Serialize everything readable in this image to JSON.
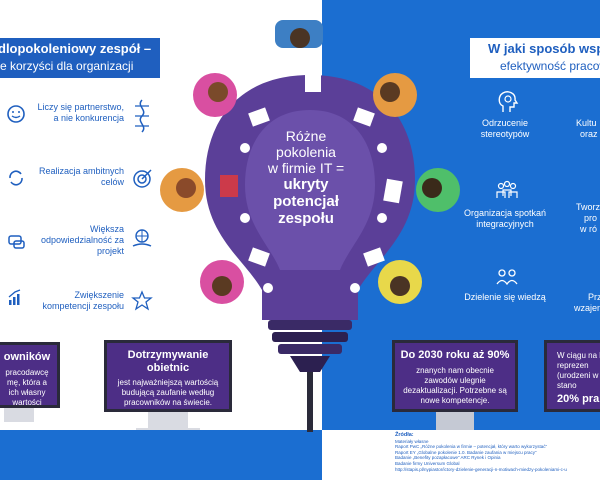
{
  "left_panel": {
    "title": "dlopokoleniowy zespół –",
    "subtitle": "e korzyści dla organizacji",
    "benefits": [
      {
        "label": "Liczy się partnerstwo, a nie konkurencja",
        "icon": "handshake-icon"
      },
      {
        "label": "Realizacja ambitnych celów",
        "icon": "target-icon"
      },
      {
        "label": "Większa odpowiedzialność za projekt",
        "icon": "globe-hand-icon"
      },
      {
        "label": "Zwiększenie kompetencji zespołu",
        "icon": "stars-icon"
      }
    ],
    "monitors": [
      {
        "heading": "owników",
        "body": "pracodawcę mę, która a ich własny wartości"
      },
      {
        "heading": "Dotrzymywanie obietnic",
        "body": "jest najważniejszą wartością budującą zaufanie według pracowników na świecie."
      }
    ]
  },
  "center": {
    "line1": "Różne",
    "line2": "pokolenia",
    "line3": "w firmie IT =",
    "emph1": "ukryty",
    "emph2": "potencjał",
    "emph3": "zespołu"
  },
  "right_panel": {
    "title": "W jaki sposób wsp",
    "subtitle": "efektywność pracown",
    "features": [
      {
        "label": "Odrzucenie stereotypów",
        "icon": "head-gears-icon"
      },
      {
        "label": "Organizacja spotkań integracyjnych",
        "icon": "group-icon"
      },
      {
        "label": "Dzielenie się wiedzą",
        "icon": "sharing-icon"
      }
    ],
    "cut_labels": [
      "Kultu",
      "oraz",
      "Tworz",
      "pro",
      "w ró",
      "Prz",
      "wzajem"
    ],
    "monitors": [
      {
        "heading": "Do 2030 roku aż 90%",
        "body": "znanych nam obecnie zawodów ulegnie dezaktualizacji. Potrzebne są nowe kompetencje."
      },
      {
        "heading": "20% pra",
        "body": "W ciągu na lat reprezen (urodzeni w stano"
      }
    ]
  },
  "sources": {
    "heading": "Źródła:",
    "lines": [
      "Materiały własne",
      "Raport PwC „Różne pokolenia w firmie – potencjał, który warto wykorzystać”",
      "Raport EY „Globalne pokolenie 1.0. Badanie zaufania w miejscu pracy”",
      "Badanie „Benefity pozapłacowe” ARC Rynek i Opinia",
      "Badanie firmy Universum Global",
      "http://stapis.pl/nypiastor/ictory-dzielenie-generacji-n-motiwach-miedzy-pokoleniami-c-u"
    ]
  },
  "colors": {
    "brand_blue": "#1f5fbf",
    "panel_blue": "#1b6ed1",
    "bulb_purple": "#5b3f98",
    "monitor_purple": "#4d2e86"
  }
}
